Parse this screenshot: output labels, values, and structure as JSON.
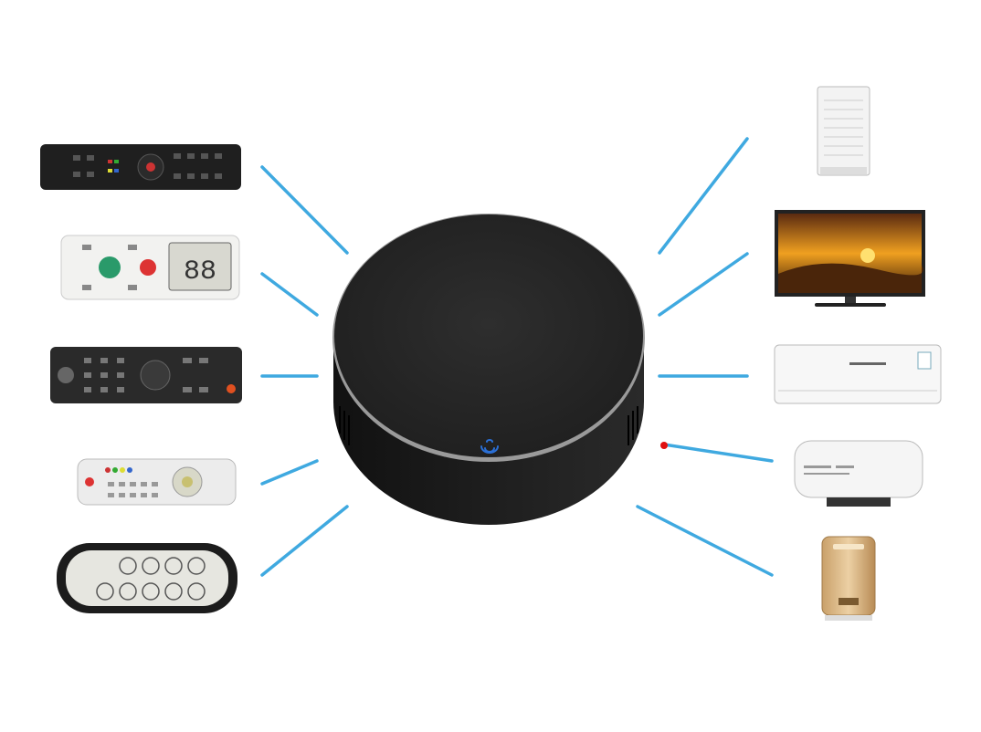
{
  "scene": {
    "subject": "smart-ir-hub",
    "colors": {
      "background": "#ffffff",
      "connector": "#3fa9e0",
      "hub": "#1c1c1c",
      "hub_rim": "#8a8a8a",
      "led": "#2a6fd6",
      "marker": "#e01010"
    },
    "left_items": [
      "tv-remote",
      "ac-remote",
      "stb-remote",
      "cable-remote",
      "slim-remote"
    ],
    "right_items": [
      "air-purifier",
      "television",
      "air-conditioner",
      "water-heater",
      "humidifier"
    ]
  }
}
